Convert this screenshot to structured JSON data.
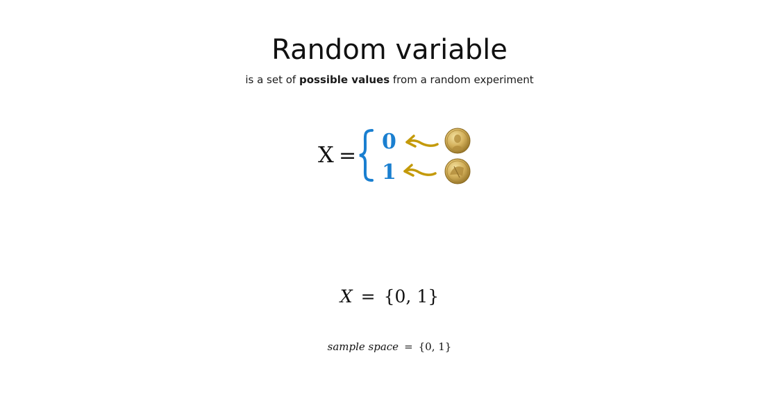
{
  "slide": {
    "title": "Random variable",
    "subtitle": {
      "prefix": "is a set of ",
      "emphasis": "possible values",
      "suffix": " from a random experiment"
    }
  },
  "diagram": {
    "variable": "X",
    "equals": "=",
    "outcomes": [
      {
        "value": "0",
        "icon": "coin-heads-icon"
      },
      {
        "value": "1",
        "icon": "coin-tails-icon"
      }
    ],
    "colors": {
      "brace": "#1a7fd0",
      "value": "#1a7fd0",
      "arrow": "#c49a0a",
      "coin": "#c9a548"
    }
  },
  "formula": {
    "variable": "X",
    "equals": "=",
    "set": "{0,  1}"
  },
  "sample_space": {
    "label": "sample space",
    "equals": "=",
    "set": "{0,  1}"
  }
}
